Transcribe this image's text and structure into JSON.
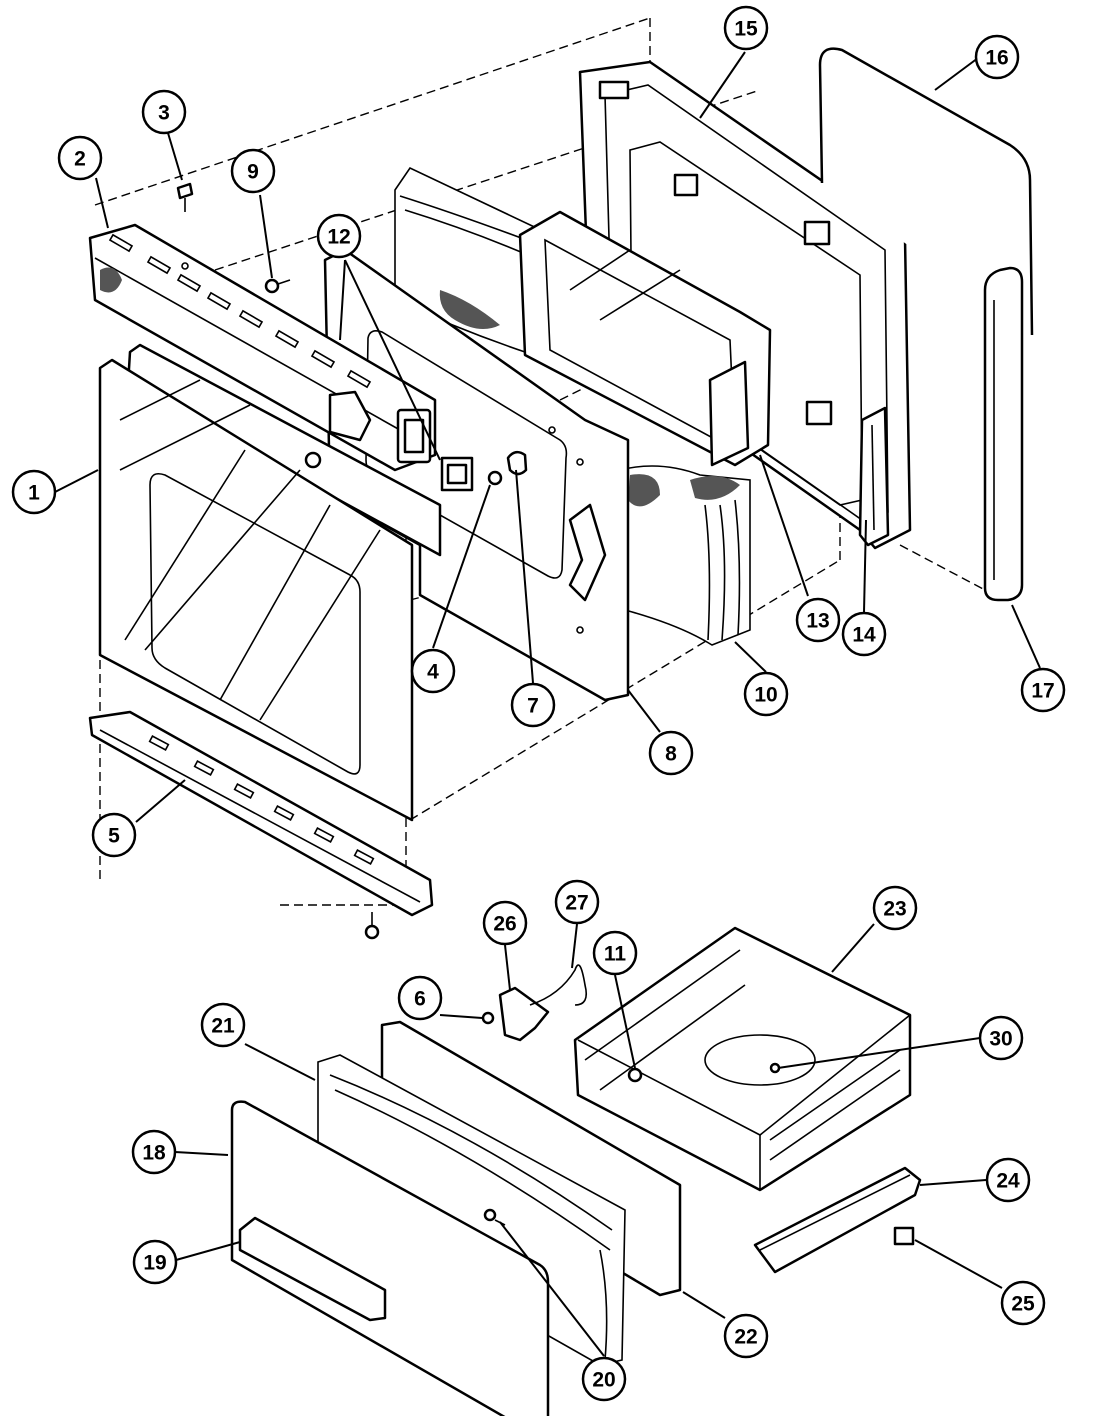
{
  "callouts": [
    {
      "id": "1",
      "label": "1"
    },
    {
      "id": "2",
      "label": "2"
    },
    {
      "id": "3",
      "label": "3"
    },
    {
      "id": "4",
      "label": "4"
    },
    {
      "id": "5",
      "label": "5"
    },
    {
      "id": "6",
      "label": "6"
    },
    {
      "id": "7",
      "label": "7"
    },
    {
      "id": "8",
      "label": "8"
    },
    {
      "id": "9",
      "label": "9"
    },
    {
      "id": "10",
      "label": "10"
    },
    {
      "id": "11",
      "label": "11"
    },
    {
      "id": "12",
      "label": "12"
    },
    {
      "id": "13",
      "label": "13"
    },
    {
      "id": "14",
      "label": "14"
    },
    {
      "id": "15",
      "label": "15"
    },
    {
      "id": "16",
      "label": "16"
    },
    {
      "id": "17",
      "label": "17"
    },
    {
      "id": "18",
      "label": "18"
    },
    {
      "id": "19",
      "label": "19"
    },
    {
      "id": "20",
      "label": "20"
    },
    {
      "id": "21",
      "label": "21"
    },
    {
      "id": "22",
      "label": "22"
    },
    {
      "id": "23",
      "label": "23"
    },
    {
      "id": "24",
      "label": "24"
    },
    {
      "id": "25",
      "label": "25"
    },
    {
      "id": "26",
      "label": "26"
    },
    {
      "id": "27",
      "label": "27"
    },
    {
      "id": "30",
      "label": "30"
    }
  ]
}
